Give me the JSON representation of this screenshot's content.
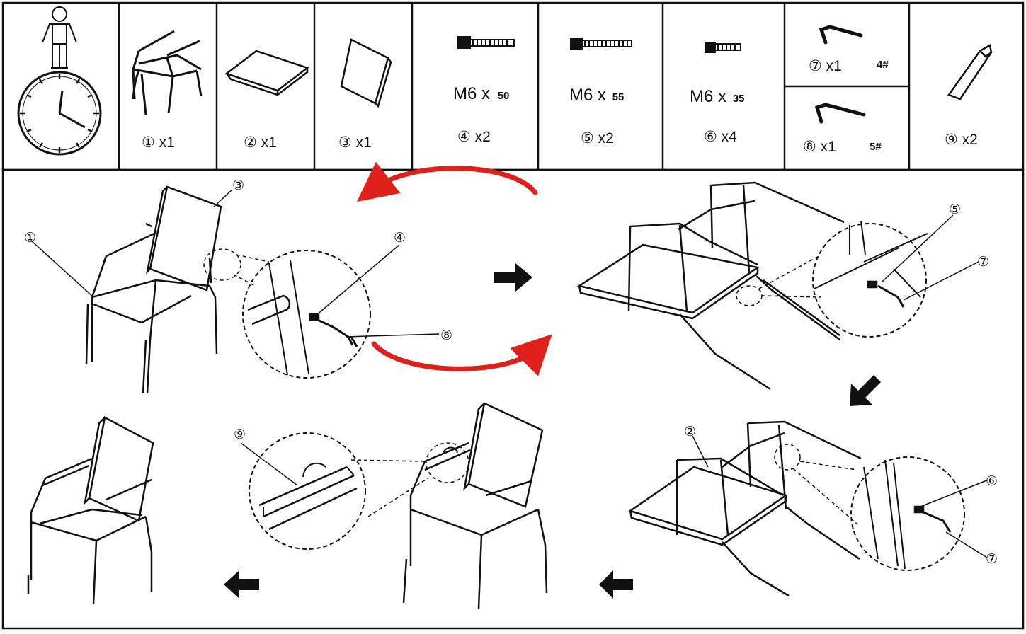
{
  "parts": {
    "p1": {
      "qty": "① x1"
    },
    "p2": {
      "qty": "② x1"
    },
    "p3": {
      "qty": "③ x1"
    },
    "p4": {
      "size_main": "M6 x",
      "size_len": "50",
      "qty": "④ x2"
    },
    "p5": {
      "size_main": "M6 x",
      "size_len": "55",
      "qty": "⑤ x2"
    },
    "p6": {
      "size_main": "M6 x",
      "size_len": "35",
      "qty": "⑥ x4"
    },
    "p7": {
      "qty": "⑦ x1",
      "size": "4#"
    },
    "p8": {
      "qty": "⑧ x1",
      "size": "5#"
    },
    "p9": {
      "qty": "⑨ x2"
    }
  },
  "callouts": {
    "step1": {
      "a": "①",
      "b": "③",
      "c": "④",
      "d": "⑧"
    },
    "step2": {
      "a": "⑤",
      "b": "⑦"
    },
    "step3": {
      "a": "②",
      "b": "⑥",
      "c": "⑦"
    },
    "step4": {
      "a": "⑨"
    }
  },
  "colors": {
    "ink": "#111111",
    "accent": "#e0201b"
  },
  "icons": [
    "person-icon",
    "clock-icon",
    "arrow-right-icon",
    "arrow-down-left-icon",
    "arrow-left-icon",
    "rotate-arrow-icon"
  ]
}
